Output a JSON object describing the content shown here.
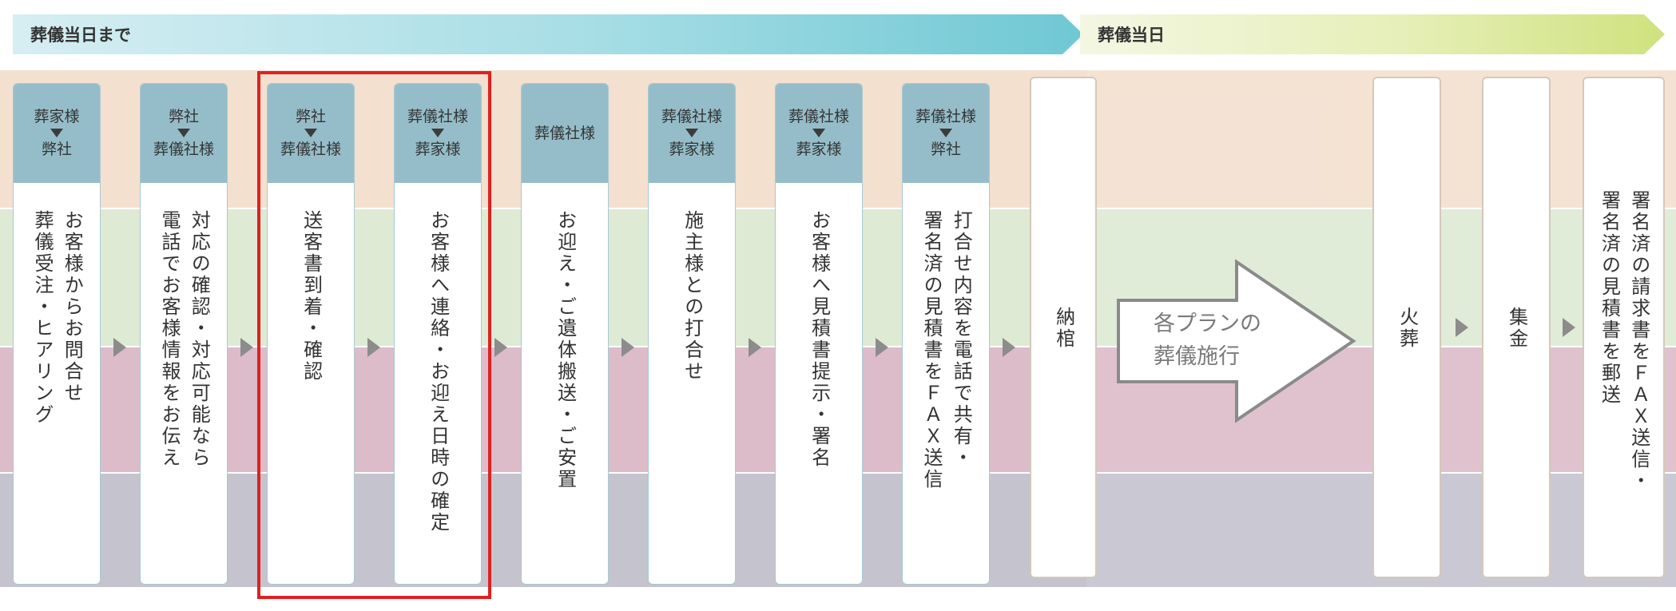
{
  "phases": {
    "before": "葬儀当日まで",
    "day": "葬儀当日"
  },
  "steps": [
    {
      "from": "葬家様",
      "to": "弊社",
      "text": "お客様からお問合せ\n葬儀受注・ヒアリング"
    },
    {
      "from": "弊社",
      "to": "葬儀社様",
      "text": "対応の確認・対応可能なら\n電話でお客様情報をお伝え"
    },
    {
      "from": "弊社",
      "to": "葬儀社様",
      "text": "送客書到着・確認"
    },
    {
      "from": "葬儀社様",
      "to": "葬家様",
      "text": "お客様へ連絡・お迎え日時の確定"
    },
    {
      "from": "葬儀社様",
      "to": "",
      "text": "お迎え・ご遺体搬送・ご安置"
    },
    {
      "from": "葬儀社様",
      "to": "葬家様",
      "text": "施主様との打合せ"
    },
    {
      "from": "葬儀社様",
      "to": "葬家様",
      "text": "お客様へ見積書提示・署名"
    },
    {
      "from": "葬儀社様",
      "to": "弊社",
      "text": "打合せ内容を電話で共有・\n署名済の見積書をＦＡＸ送信"
    }
  ],
  "day_steps": {
    "encoffin": "納棺",
    "plan": "各プランの\n葬儀施行",
    "cremation": "火葬",
    "collection": "集金",
    "send": "署名済の請求書をＦＡＸ送信・\n署名済の見積書を郵送"
  },
  "colors": {
    "highlight": "#e02020",
    "card_head": "#95bdc9",
    "band_1": "#f3e0cf",
    "band_2": "#deead4",
    "band_3": "#dcbcc9",
    "band_4": "#c4c3ce"
  },
  "icons": {
    "step_arrow": "triangle-right-icon",
    "direction": "triangle-down-icon"
  }
}
